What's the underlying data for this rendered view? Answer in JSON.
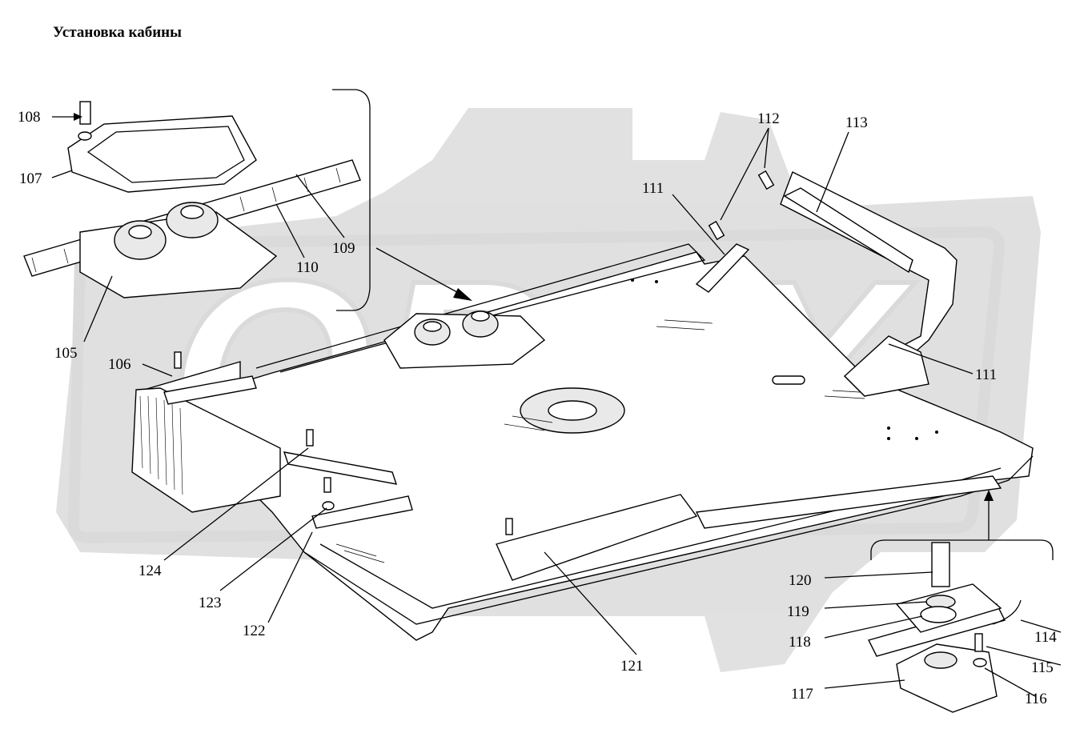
{
  "title": "Установка кабины",
  "watermark": {
    "text": "OPEX",
    "color": "#cfcfcf"
  },
  "callouts": [
    {
      "id": "c108",
      "label": "108"
    },
    {
      "id": "c107",
      "label": "107"
    },
    {
      "id": "c105",
      "label": "105"
    },
    {
      "id": "c106",
      "label": "106"
    },
    {
      "id": "c109",
      "label": "109"
    },
    {
      "id": "c110",
      "label": "110"
    },
    {
      "id": "c111a",
      "label": "111"
    },
    {
      "id": "c111b",
      "label": "111"
    },
    {
      "id": "c112",
      "label": "112"
    },
    {
      "id": "c113",
      "label": "113"
    },
    {
      "id": "c114",
      "label": "114"
    },
    {
      "id": "c115",
      "label": "115"
    },
    {
      "id": "c116",
      "label": "116"
    },
    {
      "id": "c117",
      "label": "117"
    },
    {
      "id": "c118",
      "label": "118"
    },
    {
      "id": "c119",
      "label": "119"
    },
    {
      "id": "c120",
      "label": "120"
    },
    {
      "id": "c121",
      "label": "121"
    },
    {
      "id": "c122",
      "label": "122"
    },
    {
      "id": "c123",
      "label": "123"
    },
    {
      "id": "c124",
      "label": "124"
    }
  ]
}
